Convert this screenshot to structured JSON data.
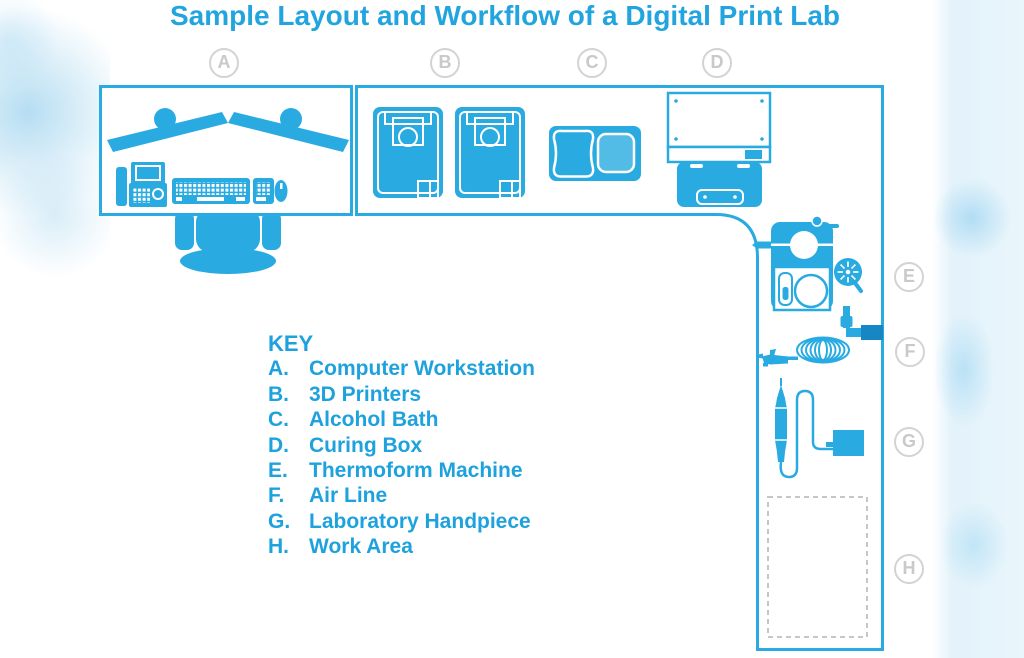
{
  "title": "Sample Layout and Workflow of a Digital Print Lab",
  "badges": [
    "A",
    "B",
    "C",
    "D",
    "E",
    "F",
    "G",
    "H"
  ],
  "key": {
    "heading": "KEY",
    "items": [
      {
        "letter": "A.",
        "label": "Computer Workstation"
      },
      {
        "letter": "B.",
        "label": "3D Printers"
      },
      {
        "letter": "C.",
        "label": "Alcohol Bath"
      },
      {
        "letter": "D.",
        "label": "Curing Box"
      },
      {
        "letter": "E.",
        "label": "Thermoform Machine"
      },
      {
        "letter": "F.",
        "label": "Air Line"
      },
      {
        "letter": "G.",
        "label": "Laboratory Handpiece"
      },
      {
        "letter": "H.",
        "label": "Work Area"
      }
    ]
  },
  "equipment_icons": [
    "dual-monitor-icon",
    "desk-phone-icon",
    "keyboard-icon",
    "mouse-icon",
    "office-chair-icon",
    "3d-printer-icon",
    "3d-printer-icon",
    "alcohol-bath-icon",
    "curing-box-icon",
    "thermoform-machine-icon",
    "air-line-icon",
    "laboratory-handpiece-icon",
    "work-area-outline"
  ],
  "colors": {
    "primary_blue": "#29abe2",
    "title_text": "#22a5de",
    "key_text": "#1ea2de",
    "badge_gray": "#c9c9c9",
    "pipe_dark": "#1787c4",
    "bath_inner": "#53bce6",
    "work_area_dash": "#c6c6c6"
  }
}
